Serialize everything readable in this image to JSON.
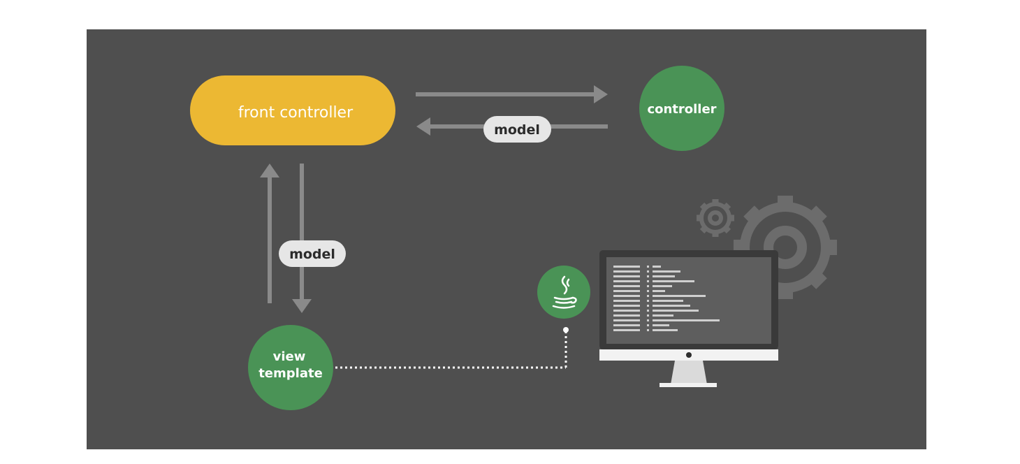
{
  "nodes": {
    "front_controller": "front controller",
    "controller": "controller",
    "view_template": [
      "view",
      "template"
    ]
  },
  "edges": {
    "return_model_label": "model",
    "view_model_label": "model"
  },
  "colors": {
    "background": "#4f4f4f",
    "front_controller": "#ecb833",
    "green_node": "#4a9356",
    "arrow": "#8a8a8a",
    "pill": "#e6e6e6"
  },
  "icons": {
    "java": "java-icon",
    "monitor": "monitor-icon",
    "gears": "gears-icon"
  }
}
